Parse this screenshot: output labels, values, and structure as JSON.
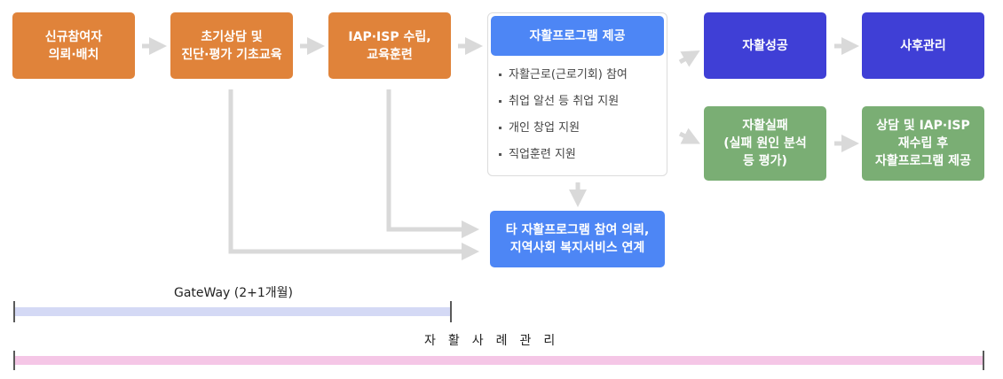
{
  "steps": {
    "new_participant": "신규참여자\n의뢰·배치",
    "initial_consult": "초기상담 및\n진단·평가 기초교육",
    "iap_isp": "IAP·ISP 수립,\n교육훈련",
    "program_title": "자활프로그램 제공",
    "program_items": [
      "자활근로(근로기회) 참여",
      "취업 알선 등 취업 지원",
      "개인 창업 지원",
      "직업훈련 지원"
    ],
    "success": "자활성공",
    "aftercare": "사후관리",
    "failure": "자활실패\n(실패 원인 분석\n등 평가)",
    "re_plan": "상담 및 IAP·ISP\n재수립 후\n자활프로그램 제공",
    "referral": "타 자활프로그램 참여 의뢰,\n지역사회 복지서비스 연계"
  },
  "timeline": {
    "gateway_label": "GateWay (2+1개월)",
    "case_management_label": "자활사례관리"
  },
  "colors": {
    "orange": "#E0833A",
    "blue": "#4D86F5",
    "indigo": "#3F3FD6",
    "green": "#7AAE74",
    "arrow": "#D9D9D9",
    "gateway_bar": "#D4D9F5",
    "case_bar": "#F5C6E6"
  }
}
